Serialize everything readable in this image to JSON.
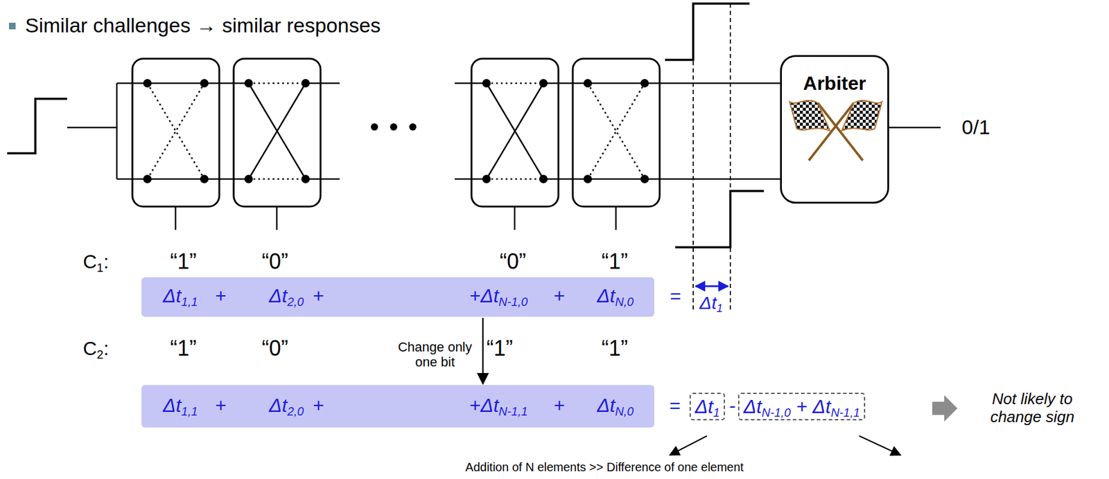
{
  "diagram": {
    "title": "Similar challenges → similar responses",
    "nodes": [
      {
        "text": [
          "Arbiter"
        ]
      },
      {
        "text": [
          "Δt1,1",
          "+",
          "Δt2,0",
          "+",
          "+ΔtN-1,0",
          "+",
          "ΔtN,0"
        ]
      },
      {
        "text": [
          "Δt1,1",
          "+",
          "Δt2,0",
          "+",
          "+ΔtN-1,1",
          "+",
          "ΔtN,0"
        ]
      },
      {
        "text": [
          "Δt1"
        ]
      },
      {
        "text": [
          "ΔtN-1,0 + ΔtN-1,1"
        ]
      }
    ],
    "edges": [
      {
        "from": 1,
        "to": 2,
        "arrow": "to",
        "label": "Change only one bit"
      }
    ],
    "labels": [
      "0/1",
      "C1:",
      "“1”",
      "“0”",
      "“0”",
      "“1”",
      "=",
      "Δt1",
      "C2:",
      "“1”",
      "“0”",
      "“1”",
      "“1”",
      "=",
      "-",
      "Addition of N elements >> Difference of one element",
      "Not likely to change sign"
    ]
  }
}
